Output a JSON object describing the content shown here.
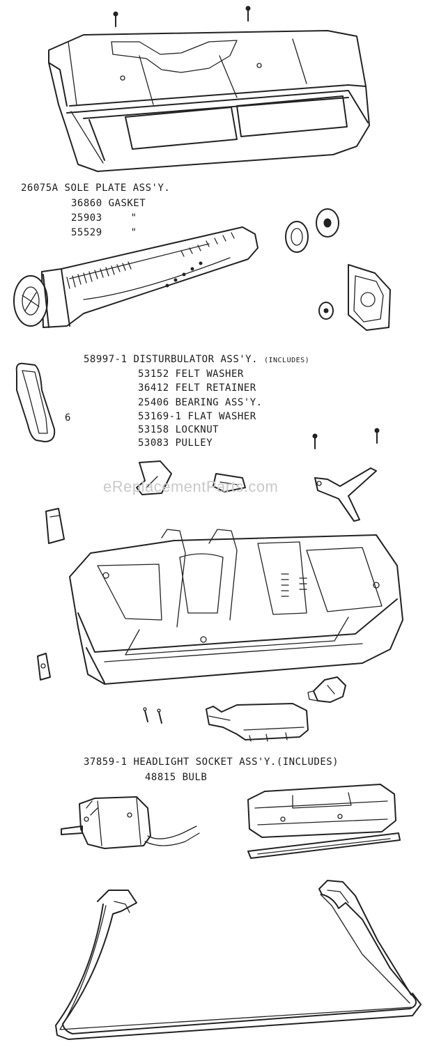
{
  "watermark": "eReplacementParts.com",
  "sole_plate": {
    "part_no": "26075A",
    "name": "SOLE PLATE ASS'Y.",
    "sub": [
      {
        "part_no": "36860",
        "name": "GASKET"
      },
      {
        "part_no": "25903",
        "name": "\""
      },
      {
        "part_no": "55529",
        "name": "\""
      }
    ]
  },
  "disturbulator": {
    "part_no": "58997-1",
    "name": "DISTURBULATOR ASS'Y.",
    "includes": "(INCLUDES)",
    "sub": [
      {
        "part_no": "53152",
        "name": "FELT WASHER"
      },
      {
        "part_no": "36412",
        "name": "FELT RETAINER"
      },
      {
        "part_no": "25406",
        "name": "BEARING ASS'Y."
      },
      {
        "part_no": "53169-1",
        "name": "FLAT WASHER"
      },
      {
        "part_no": "53158",
        "name": "LOCKNUT"
      },
      {
        "part_no": "53083",
        "name": "PULLEY"
      }
    ]
  },
  "belt_callout": "6",
  "headlight": {
    "part_no": "37859-1",
    "name": "HEADLIGHT SOCKET ASS'Y.",
    "includes": "(INCLUDES)",
    "sub": [
      {
        "part_no": "48815",
        "name": "BULB"
      }
    ]
  }
}
